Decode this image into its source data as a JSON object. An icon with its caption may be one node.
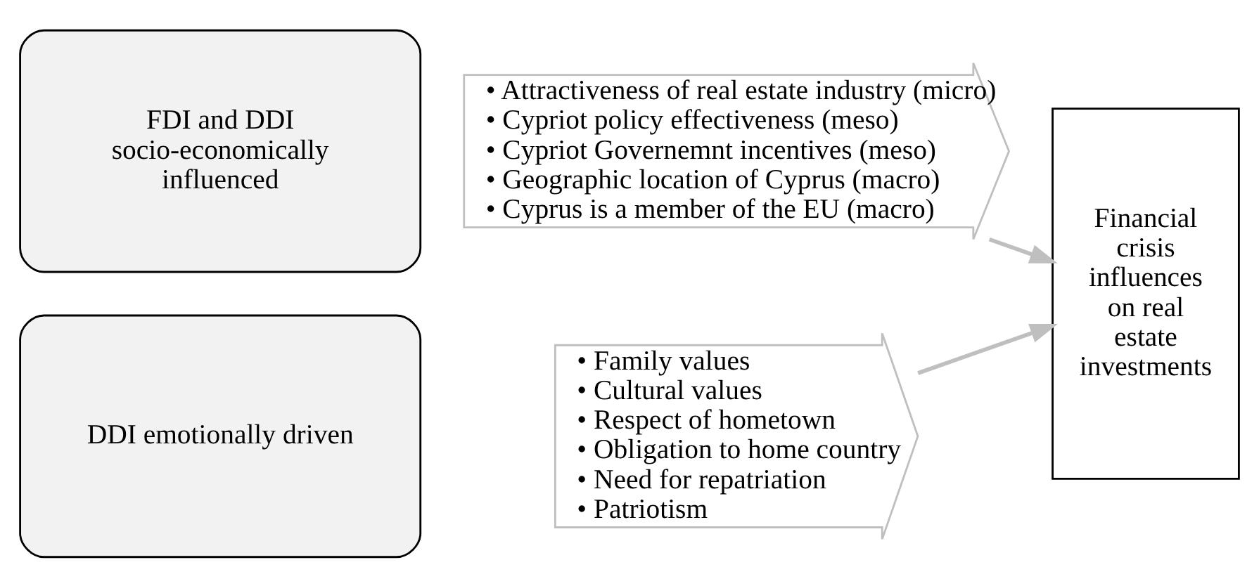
{
  "diagram": {
    "nodes": [
      {
        "text": [
          "FDI and DDI socio-economically influenced"
        ]
      },
      {
        "text": [
          "• Attractiveness of real estate industry (micro)",
          "• Cypriot policy effectiveness (meso)",
          "• Cypriot Governemnt incentives (meso)",
          "• Geographic location of Cyprus (macro)",
          "• Cyprus is a member of the EU (macro)"
        ]
      },
      {
        "text": [
          "DDI emotionally driven"
        ]
      },
      {
        "text": [
          "• Family values",
          "• Cultural values",
          "• Respect of hometown",
          "• Obligation to home country",
          "• Need for repatriation",
          "• Patriotism"
        ]
      },
      {
        "text": [
          "Financial crisis influences on real estate investments"
        ]
      }
    ],
    "edges": [
      {
        "from": 1,
        "to": 4,
        "arrow": "to"
      },
      {
        "from": 3,
        "to": 4,
        "arrow": "to"
      }
    ]
  }
}
